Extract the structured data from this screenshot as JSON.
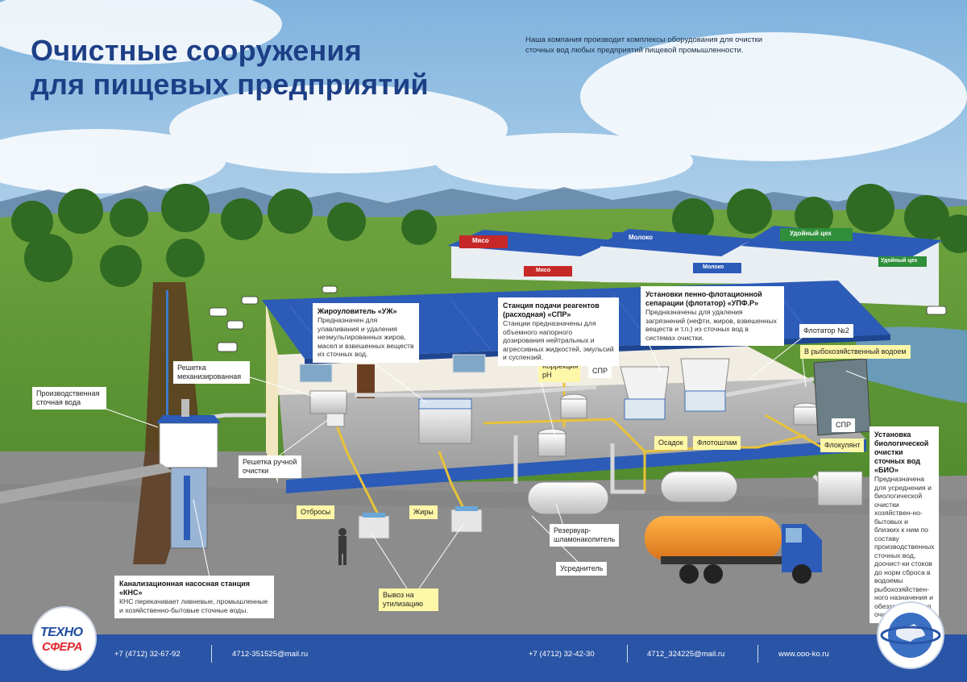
{
  "title": {
    "line1": "Очистные сооружения",
    "line2": "для пищевых предприятий"
  },
  "intro": "Наша компания производит комплексы оборудования для очистки сточных вод любых предприятий пищевой промышленности.",
  "signs": {
    "meat": "Мясо",
    "milk": "Молоко",
    "dairy": "Удойный цех",
    "milk2": "Молоко",
    "dairy2": "Удойный цех",
    "meat2": "Мясо"
  },
  "labels": {
    "production_water": "Производственная сточная вода",
    "grate_mech": "Решетка механизированная",
    "grate_manual": "Решетка ручной очистки",
    "ph_correction": "Коррекция рН",
    "spr1": "СПР",
    "spr2": "СПР",
    "flotator2": "Флотатор №2",
    "fishery": "В рыбохозяйственный водоем",
    "sediment": "Осадок",
    "flotation_sludge": "Флотошлам",
    "flocculant": "Флокулянт",
    "waste": "Отбросы",
    "fats": "Жиры",
    "removal": "Вывоз на утилизацию",
    "sludge_tank": "Резервуар-шламонакопитель",
    "equalizer": "Усреднитель"
  },
  "cards": {
    "grease": {
      "title": "Жироуловитель «УЖ»",
      "text": "Предназначен для улавливания и удаления неэмульгированных жиров, масел и взвешенных веществ из сточных вод."
    },
    "reagent": {
      "title": "Станция подачи реагентов (расходная) «СПР»",
      "text": "Станции предназначены для объемного напорного дозирования нейтральных и агрессивных жидкостей, эмульсий и суспензий."
    },
    "flotation": {
      "title": "Установки пенно-флотационной сепарации (флотатор) «УПФ.Р»",
      "text": "Предназначены для удаления загрязнений (нефти, жиров, взвешенных веществ и т.п.) из сточных вод в системах очистки."
    },
    "bio": {
      "title": "Установка биологической очистки сточных вод «БИО»",
      "text": "Предназначена для усреднения и биологической очистки хозяйствен-но-бытовых и близких к ним по составу производственных сточных вод, доочист-ки стоков до норм сброса в водоемы рыбохозяйствен-ного назначения и обеззараживания очищенной воды."
    },
    "kns": {
      "title": "Канализационная насосная станция «КНС»",
      "text": "КНС перекачивает ливневые, промышленные и хозяйственно-бытовые сточные воды."
    }
  },
  "footer": {
    "phone1": "+7 (4712) 32-67-92",
    "email1": "4712-351525@mail.ru",
    "phone2": "+7 (4712) 32-42-30",
    "email2": "4712_324225@mail.ru",
    "site": "www.ooo-ko.ru"
  },
  "logo": {
    "line1": "ТЕХНО",
    "line2": "СФЕРА"
  },
  "colors": {
    "title": "#1d3f86",
    "footer": "#2a55a6",
    "roof": "#2c5bb8",
    "label_yellow": "#fff7a8",
    "pipe_yellow": "#e8c23a"
  }
}
